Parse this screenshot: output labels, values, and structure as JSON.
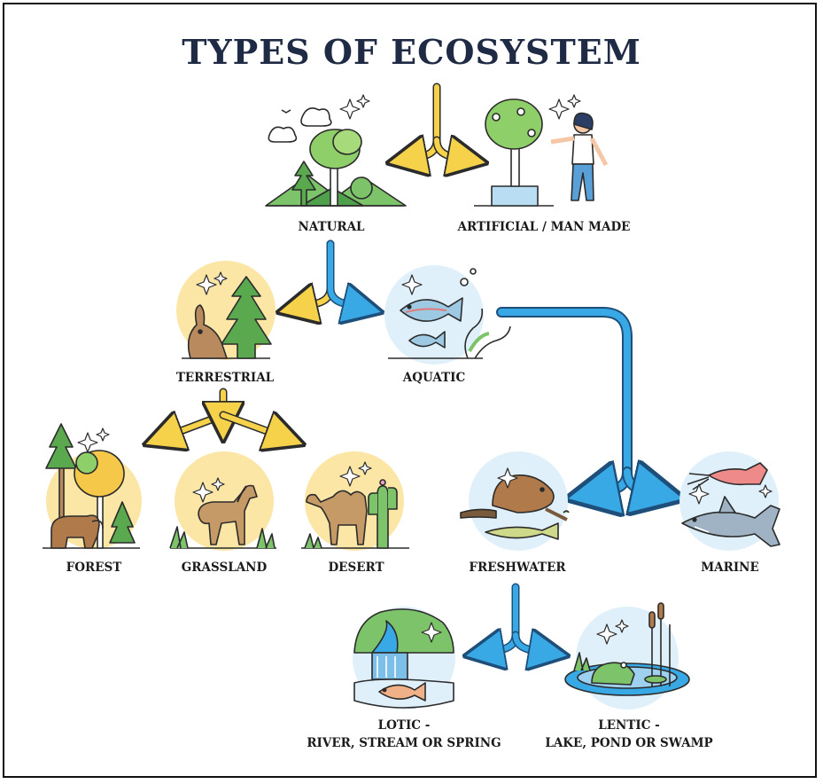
{
  "title": "TYPES OF ECOSYSTEM",
  "nodes": {
    "natural": "NATURAL",
    "artificial": "ARTIFICIAL / MAN MADE",
    "terrestrial": "TERRESTRIAL",
    "aquatic": "AQUATIC",
    "forest": "FOREST",
    "grassland": "GRASSLAND",
    "desert": "DESERT",
    "freshwater": "FRESHWATER",
    "marine": "MARINE",
    "lotic_line1": "LOTIC -",
    "lotic_line2": "RIVER, STREAM OR SPRING",
    "lentic_line1": "LENTIC -",
    "lentic_line2": "LAKE, POND OR SWAMP"
  },
  "colors": {
    "title": "#1f2a44",
    "yellow_arrow": "#f5d24a",
    "blue_arrow": "#39a9e6",
    "warm_circle": "#fbe6a6",
    "cool_circle": "#dff0fa"
  },
  "icons": [
    "landscape-icon",
    "tree-woman-icon",
    "rabbit-tree-icon",
    "fish-icon",
    "bear-forest-icon",
    "horse-grass-icon",
    "camel-cactus-icon",
    "beaver-fish-icon",
    "shark-squid-icon",
    "waterfall-fish-icon",
    "frog-pond-icon"
  ]
}
